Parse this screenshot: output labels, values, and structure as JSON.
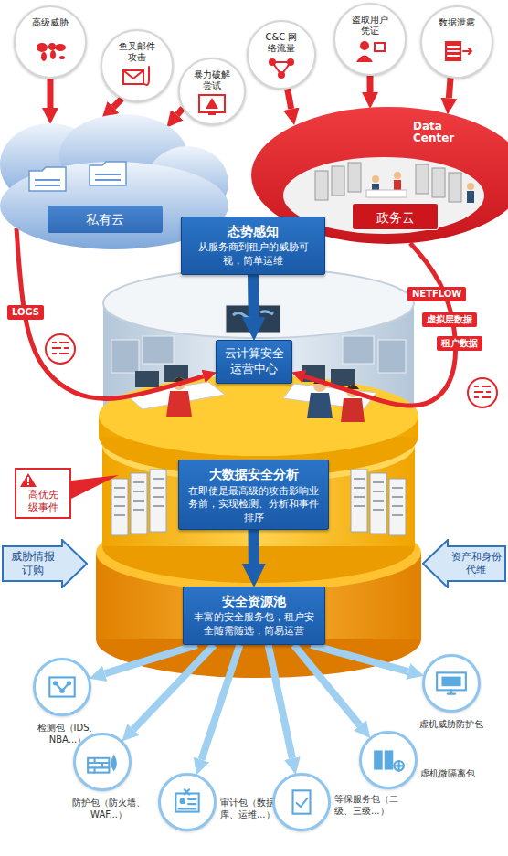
{
  "diagram": {
    "nodes": [
      {
        "text": [
          "高级威胁"
        ]
      },
      {
        "text": [
          "鱼叉邮件攻击"
        ]
      },
      {
        "text": [
          "暴力破解尝试"
        ]
      },
      {
        "text": [
          "C&C 网络流量"
        ]
      },
      {
        "text": [
          "盗取用户凭证"
        ]
      },
      {
        "text": [
          "数据泄露"
        ]
      },
      {
        "text": [
          "私有云"
        ]
      },
      {
        "text": [
          "政务云"
        ]
      },
      {
        "text": [
          "态势感知",
          "从服务商到租户的威胁可视，简单运维"
        ]
      },
      {
        "text": [
          "云计算安全运营中心"
        ]
      },
      {
        "text": [
          "高优先级事件"
        ]
      },
      {
        "text": [
          "大数据安全分析",
          "在即使是最高级的攻击影响业务前，实现检测、分析和事件排序"
        ]
      },
      {
        "text": [
          "威胁情报订购"
        ]
      },
      {
        "text": [
          "资产和身份代维"
        ]
      },
      {
        "text": [
          "安全资源池",
          "丰富的安全服务包，租户安全随需随选，简易运营"
        ]
      },
      {
        "text": [
          "检测包（IDS、NBA...）"
        ]
      },
      {
        "text": [
          "防护包（防火墙、WAF...）"
        ]
      },
      {
        "text": [
          "审计包（数据库、运维...）"
        ]
      },
      {
        "text": [
          "等保服务包（二级、三级...）"
        ]
      },
      {
        "text": [
          "虚机微隔离包"
        ]
      },
      {
        "text": [
          "虚机威胁防护包"
        ]
      }
    ],
    "edges": [
      {
        "from": 0,
        "to": 6,
        "arrow": "to"
      },
      {
        "from": 1,
        "to": 6,
        "arrow": "to"
      },
      {
        "from": 2,
        "to": 6,
        "arrow": "to"
      },
      {
        "from": 3,
        "to": 7,
        "arrow": "to"
      },
      {
        "from": 4,
        "to": 7,
        "arrow": "to"
      },
      {
        "from": 5,
        "to": 7,
        "arrow": "to"
      },
      {
        "from": 6,
        "to": 9,
        "label": "LOGS",
        "arrow": "to"
      },
      {
        "from": 7,
        "to": 9,
        "label": "NETFLOW",
        "arrow": "to"
      },
      {
        "from": 8,
        "to": 9,
        "arrow": "to"
      },
      {
        "from": 11,
        "to": 14,
        "arrow": "to"
      },
      {
        "from": 14,
        "to": 15,
        "arrow": "to"
      },
      {
        "from": 14,
        "to": 16,
        "arrow": "to"
      },
      {
        "from": 14,
        "to": 17,
        "arrow": "to"
      },
      {
        "from": 14,
        "to": 18,
        "arrow": "to"
      },
      {
        "from": 14,
        "to": 19,
        "arrow": "to"
      },
      {
        "from": 14,
        "to": 20,
        "arrow": "to"
      }
    ],
    "labels": [
      "Data Center",
      "虚拟层数据",
      "租户数据"
    ]
  }
}
